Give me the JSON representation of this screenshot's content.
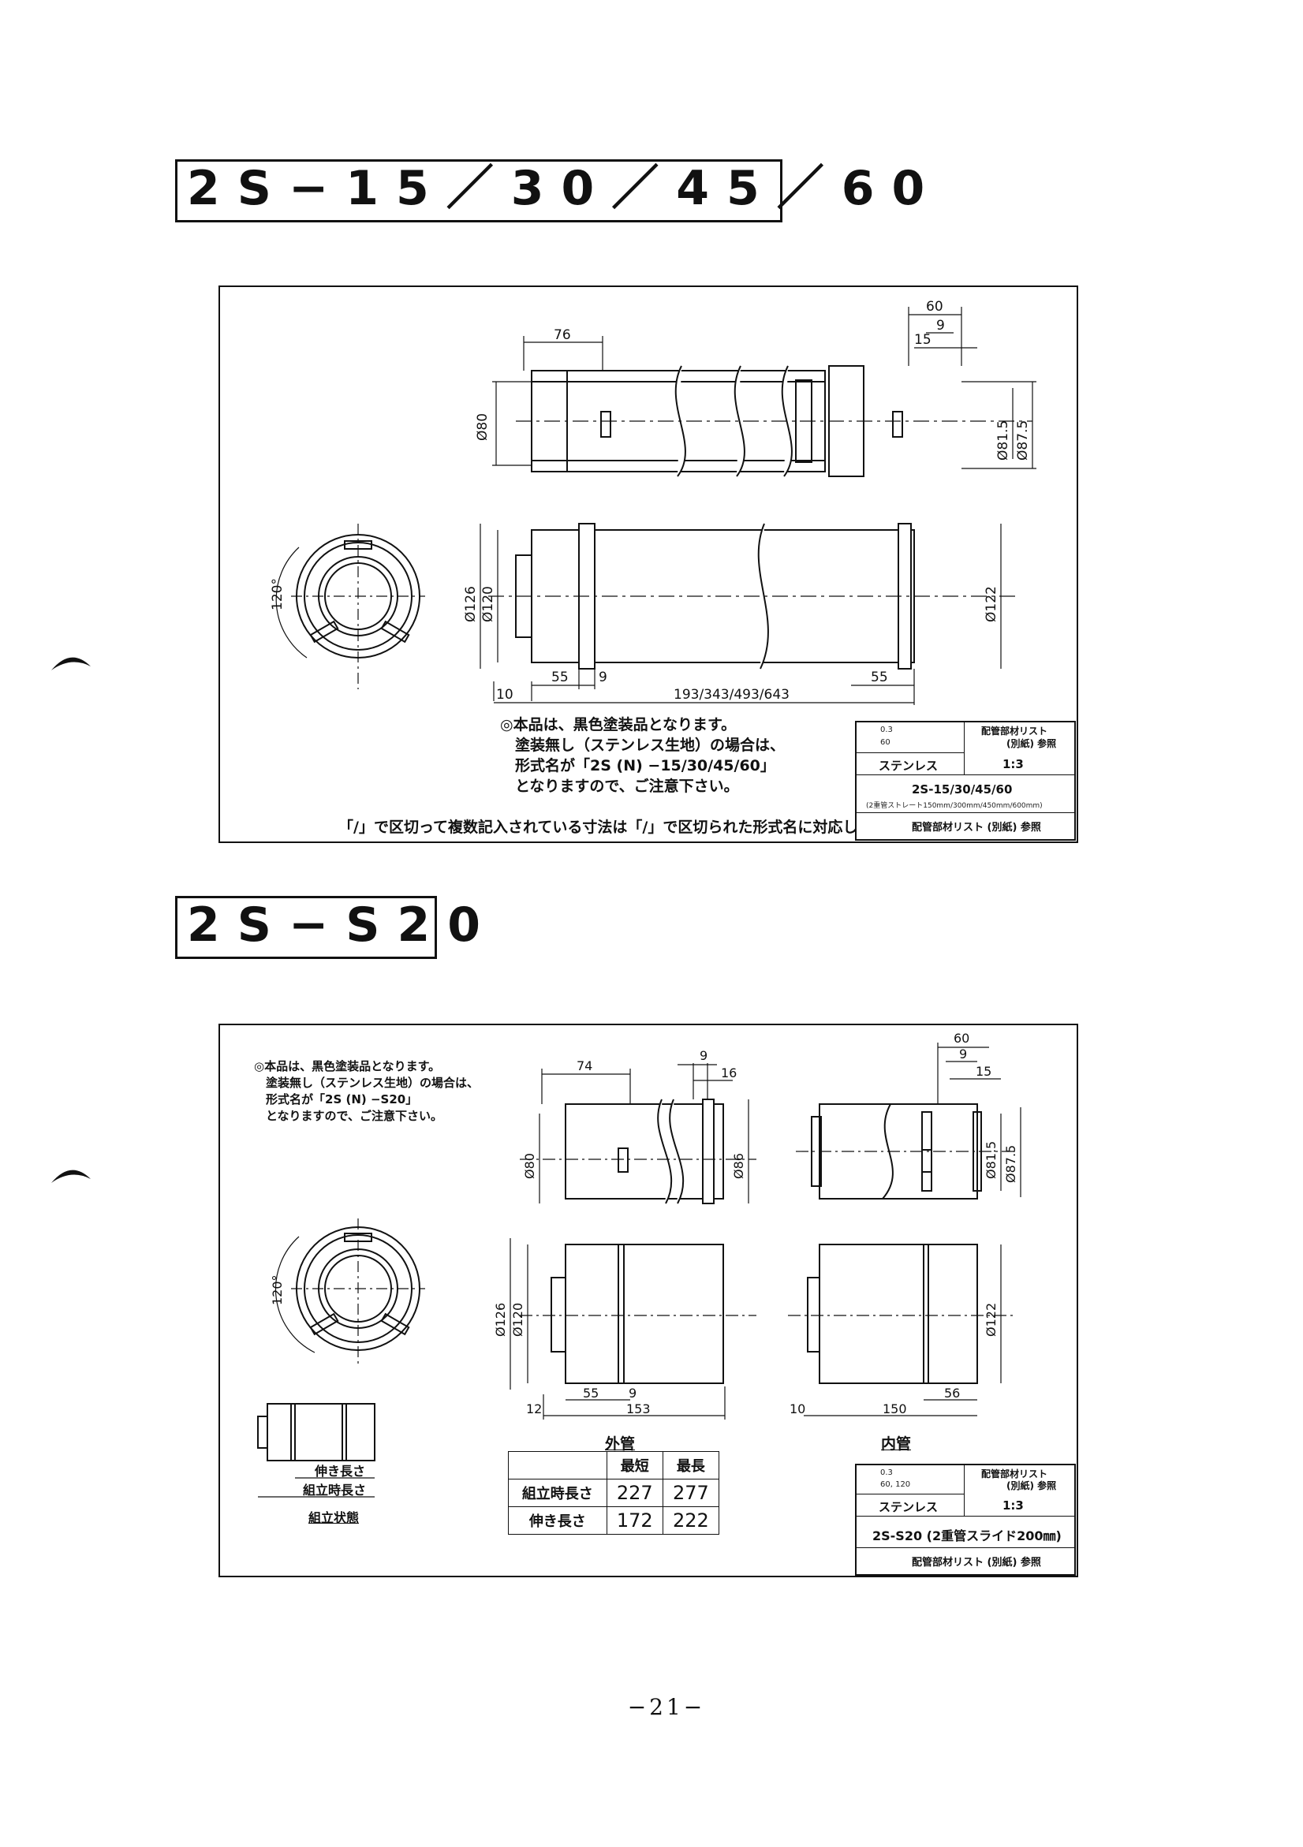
{
  "section1": {
    "title": "2S−15／30／45／60",
    "dims": {
      "d76": "76",
      "d60": "60",
      "d9": "9",
      "d15": "15",
      "dia80": "Ø80",
      "dia815": "Ø81.5",
      "dia875": "Ø87.5",
      "dia126": "Ø126",
      "dia120": "Ø120",
      "dia122": "Ø122",
      "angle": "120°",
      "b10": "10",
      "b55": "55",
      "b9": "9",
      "blen": "193/343/493/643",
      "b55r": "55"
    },
    "note_lines": [
      "◎本品は、黒色塗装品となります。",
      "　塗装無し（ステンレス生地）の場合は、",
      "　形式名が「2S (N) −15/30/45/60」",
      "　となりますので、ご注意下さい。"
    ],
    "footnote": "「/」で区切って複数記入されている寸法は「/」で区切られた形式名に対応します。",
    "titleblock": {
      "ref": "配管部材リスト",
      "ref2": "(別紙) 参照",
      "material": "ステンレス",
      "scale": "1:3",
      "model": "2S-15/30/45/60",
      "model_note": "(2重管ストレート150mm/300mm/450mm/600mm)",
      "bottom": "配管部材リスト (別紙) 参照",
      "t1": "0.3",
      "t2": "60"
    }
  },
  "section2": {
    "title": "2S−S20",
    "note_lines": [
      "◎本品は、黒色塗装品となります。",
      "　塗装無し（ステンレス生地）の場合は、",
      "　形式名が「2S (N) −S20」",
      "　となりますので、ご注意下さい。"
    ],
    "dims": {
      "d74": "74",
      "d9": "9",
      "d16": "16",
      "dia80": "Ø80",
      "dia86": "Ø86",
      "r60": "60",
      "r9": "9",
      "r15": "15",
      "dia815": "Ø81.5",
      "dia875": "Ø87.5",
      "dia126": "Ø126",
      "dia120": "Ø120",
      "dia122": "Ø122",
      "angle": "120°",
      "b12": "12",
      "b55": "55",
      "b9": "9",
      "b153": "153",
      "b10": "10",
      "b150": "150",
      "b56": "56"
    },
    "labels": {
      "outer": "外管",
      "inner": "内管",
      "slide": "伸き長さ",
      "assembled_len": "組立時長さ",
      "assembled_state": "組立状態"
    },
    "table": {
      "head": [
        "",
        "最短",
        "最長"
      ],
      "rows": [
        [
          "組立時長さ",
          "227",
          "277"
        ],
        [
          "伸き長さ",
          "172",
          "222"
        ]
      ]
    },
    "titleblock": {
      "ref": "配管部材リスト",
      "ref2": "(別紙) 参照",
      "material": "ステンレス",
      "scale": "1:3",
      "model": "2S-S20 (2重管スライド200㎜)",
      "bottom": "配管部材リスト (別紙) 参照",
      "t1": "0.3",
      "t2": "60, 120"
    }
  },
  "page_number": "−21−"
}
